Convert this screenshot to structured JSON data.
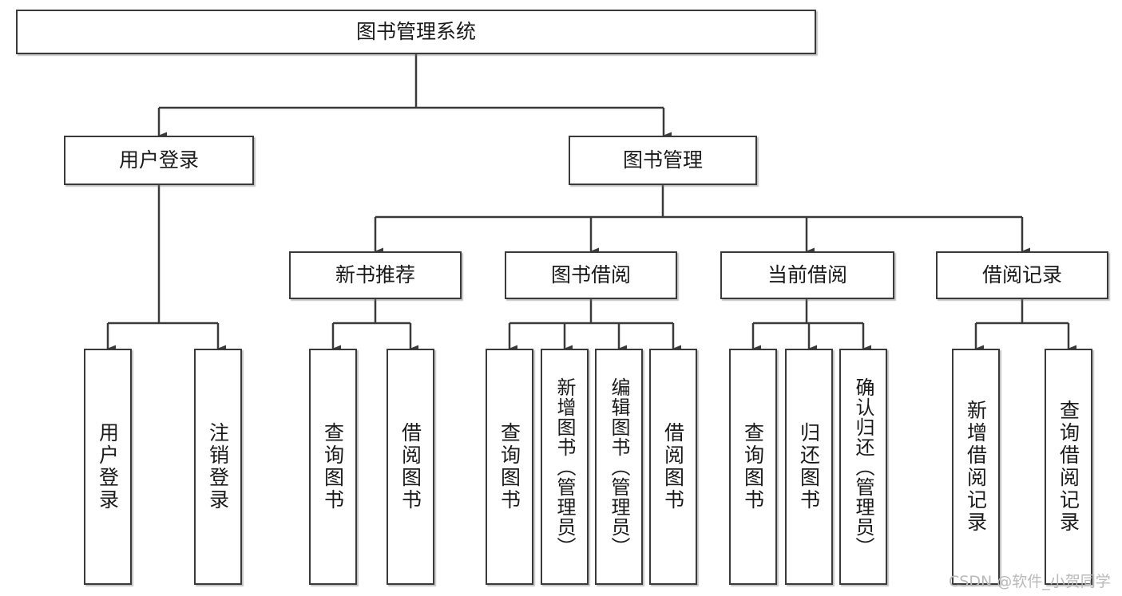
{
  "diagram": {
    "title": "图书管理系统",
    "watermark": "CSDN @软件_小贺同学",
    "line_color": "#3a3a3a",
    "box_fill": "#ffffff",
    "text_color": "#1a1a1a",
    "levels": {
      "root": "图书管理系统",
      "level2": [
        "用户登录",
        "图书管理"
      ],
      "level3": [
        "新书推荐",
        "图书借阅",
        "当前借阅",
        "借阅记录"
      ]
    },
    "nodes": {
      "root": {
        "label": "图书管理系统"
      },
      "user_login": {
        "label": "用户登录"
      },
      "book_manage": {
        "label": "图书管理"
      },
      "new_book_rec": {
        "label": "新书推荐"
      },
      "book_borrow": {
        "label": "图书借阅"
      },
      "current_borrow": {
        "label": "当前借阅"
      },
      "borrow_record": {
        "label": "借阅记录"
      },
      "leaf_user_login": {
        "label": "用户登录"
      },
      "leaf_logout": {
        "label": "注销登录"
      },
      "leaf_query_book_1": {
        "label": "查询图书"
      },
      "leaf_borrow_book_1": {
        "label": "借阅图书"
      },
      "leaf_query_book_2": {
        "label": "查询图书"
      },
      "leaf_add_book": {
        "label": "新增图书（管理员）"
      },
      "leaf_edit_book": {
        "label": "编辑图书（管理员）"
      },
      "leaf_borrow_book_2": {
        "label": "借阅图书"
      },
      "leaf_query_book_3": {
        "label": "查询图书"
      },
      "leaf_return_book": {
        "label": "归还图书"
      },
      "leaf_confirm_return": {
        "label": "确认归还（管理员）"
      },
      "leaf_add_record": {
        "label": "新增借阅记录"
      },
      "leaf_query_record": {
        "label": "查询借阅记录"
      }
    }
  }
}
